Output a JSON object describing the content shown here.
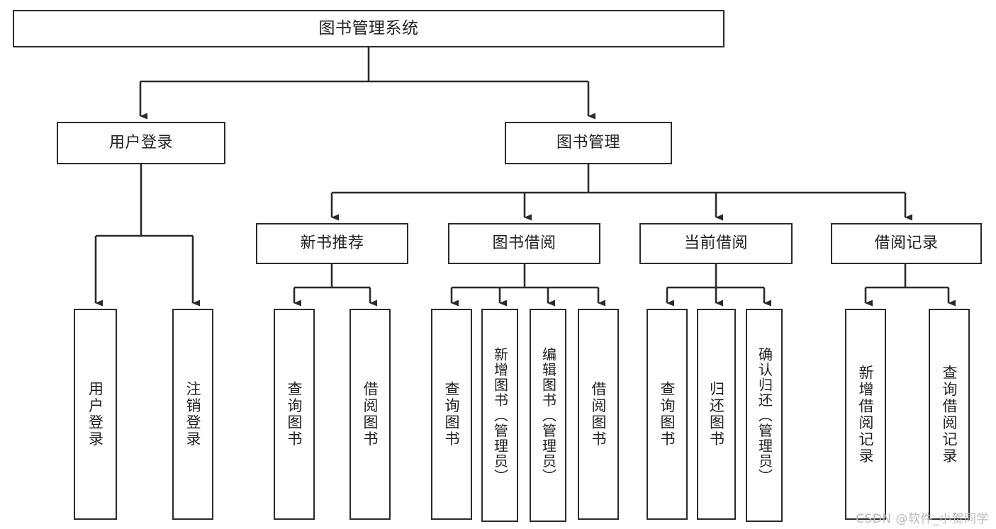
{
  "diagram": {
    "title": "图书管理系统",
    "type": "hierarchy-tree",
    "colors": {
      "background": "#ffffff",
      "node_border": "#2b2b2b",
      "node_fill": "#ffffff",
      "text": "#1f1f1f",
      "edge": "#2b2b2b",
      "watermark": "#b9b9b9"
    },
    "root": {
      "label": "图书管理系统"
    },
    "level2": [
      {
        "label": "用户登录"
      },
      {
        "label": "图书管理"
      }
    ],
    "level3": [
      {
        "label": "新书推荐"
      },
      {
        "label": "图书借阅"
      },
      {
        "label": "当前借阅"
      },
      {
        "label": "借阅记录"
      }
    ],
    "leaves": {
      "user_login": [
        {
          "label": "用户登录"
        },
        {
          "label": "注销登录"
        }
      ],
      "new_book_recommend": [
        {
          "label": "查询图书"
        },
        {
          "label": "借阅图书"
        }
      ],
      "book_borrow": [
        {
          "label": "查询图书"
        },
        {
          "label": "新增图书（管理员）"
        },
        {
          "label": "编辑图书（管理员）"
        },
        {
          "label": "借阅图书"
        }
      ],
      "current_borrow": [
        {
          "label": "查询图书"
        },
        {
          "label": "归还图书"
        },
        {
          "label": "确认归还（管理员）"
        }
      ],
      "borrow_record": [
        {
          "label": "新增借阅记录"
        },
        {
          "label": "查询借阅记录"
        }
      ]
    }
  },
  "watermark": {
    "text": "CSDN @软件_小贺同学"
  }
}
